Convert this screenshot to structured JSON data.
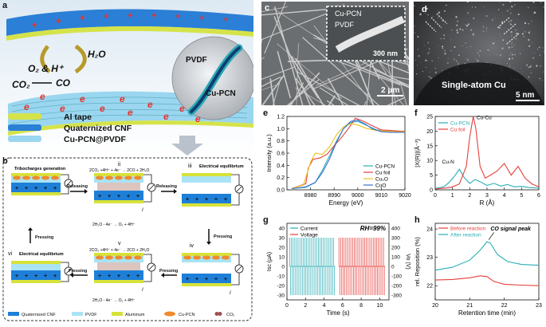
{
  "panel_labels": {
    "a": "a",
    "b": "b",
    "c": "c",
    "d": "d",
    "e": "e",
    "f": "f",
    "g": "g",
    "h": "h"
  },
  "panel_a": {
    "o2_label": "O₂ & H⁺",
    "h2o_label": "H₂O",
    "co2_label": "CO₂",
    "co_label": "CO",
    "zoom_pvdf": "PVDF",
    "zoom_cupcn": "Cu-PCN",
    "legend": [
      "Al tape",
      "Quaternized CNF",
      "Cu-PCN@PVDF"
    ],
    "electron": "e",
    "plus": "+"
  },
  "panel_b": {
    "step_i": "Tribocharges generation",
    "step_ii": "ii",
    "step_iii": "iii",
    "step_iii_title": "Electrical equilibrium",
    "step_iv": "iv",
    "step_v": "v",
    "step_vi": "vi",
    "step_vi_title": "Electrical equilibrium",
    "rxn_ii_top": "2CO₂ +4H⁺ + 4e⁻ → 2CO + 2H₂O",
    "rxn_ii_bot": "2H₂O - 4e⁻ → O₂ + 4H⁺",
    "rxn_v_top": "2CO₂ +4H⁺ + 4e⁻ → 2CO + 2H₂O",
    "rxn_v_bot": "2H₂O - 4e⁻ → O₂ + 4H⁺",
    "releasing": "Releasing",
    "pressing": "Pressing",
    "current": "I",
    "legend": [
      "Quaternized CNF",
      "PVDF",
      "Aluminum",
      "Cu-PCN",
      "CO₂"
    ],
    "colors": {
      "cnf": "#1e7fd8",
      "pvdf": "#a9e3f5",
      "al": "#d7e23a",
      "cupcn": "#f08a2c"
    }
  },
  "panel_c": {
    "inset_label1": "Cu-PCN",
    "inset_label2": "PVDF",
    "inset_scale": "300 nm",
    "scale": "2 μm"
  },
  "panel_d": {
    "label": "Single-atom Cu",
    "scale": "5 nm"
  },
  "chart_data": [
    {
      "panel": "e",
      "type": "line",
      "xlabel": "Energy (eV)",
      "ylabel": "Intensity (a.u.)",
      "xlim": [
        8970,
        9020
      ],
      "ylim": [
        0.0,
        1.2
      ],
      "xticks": [
        8980,
        8990,
        9000,
        9010,
        9020
      ],
      "yticks": [
        0.0,
        0.2,
        0.4,
        0.6,
        0.8,
        1.0,
        1.2
      ],
      "legend_position": "bottom-right",
      "series": [
        {
          "name": "Cu-PCN",
          "color": "#2aaeb5",
          "x": [
            8972,
            8978,
            8982,
            8985,
            8988,
            8991,
            8994,
            8997,
            9000,
            9004,
            9008,
            9012,
            9016,
            9020
          ],
          "values": [
            0.02,
            0.04,
            0.12,
            0.32,
            0.55,
            0.8,
            1.0,
            1.1,
            1.12,
            1.05,
            0.98,
            0.96,
            0.95,
            0.95
          ]
        },
        {
          "name": "Cu foil",
          "color": "#e5403a",
          "x": [
            8972,
            8978,
            8979,
            8981,
            8984,
            8987,
            8990,
            8993,
            8996,
            8999,
            9002,
            9006,
            9010,
            9014,
            9018,
            9020
          ],
          "values": [
            0.02,
            0.1,
            0.35,
            0.5,
            0.52,
            0.58,
            0.72,
            0.85,
            1.0,
            1.17,
            1.13,
            1.05,
            0.98,
            0.97,
            0.96,
            0.96
          ]
        },
        {
          "name": "Cu₂O",
          "color": "#e8c31e",
          "x": [
            8972,
            8977,
            8980,
            8982,
            8985,
            8988,
            8991,
            8994,
            8997,
            9000,
            9004,
            9008,
            9012,
            9016,
            9020
          ],
          "values": [
            0.02,
            0.08,
            0.45,
            0.6,
            0.58,
            0.7,
            0.9,
            1.03,
            1.08,
            1.06,
            1.0,
            0.97,
            0.96,
            0.95,
            0.95
          ]
        },
        {
          "name": "CuO",
          "color": "#3e6ecf",
          "x": [
            8972,
            8978,
            8982,
            8985,
            8988,
            8991,
            8994,
            8997,
            9000,
            9003,
            9006,
            9010,
            9014,
            9018,
            9020
          ],
          "values": [
            0.02,
            0.05,
            0.12,
            0.28,
            0.5,
            0.78,
            1.0,
            1.12,
            1.14,
            1.08,
            1.0,
            0.95,
            0.94,
            0.94,
            0.94
          ]
        }
      ]
    },
    {
      "panel": "f",
      "type": "line",
      "xlabel": "R (Å)",
      "ylabel": "|X(R)|(Å⁻³)",
      "xlim": [
        0,
        6
      ],
      "ylim": [
        0,
        25
      ],
      "xticks": [
        0,
        1,
        2,
        3,
        4,
        5,
        6
      ],
      "yticks": [
        0,
        5,
        10,
        15,
        20,
        25
      ],
      "legend_position": "top-left",
      "annotations": [
        "Cu-Cu",
        "Cu-N"
      ],
      "series": [
        {
          "name": "Cu-PCN",
          "color": "#2aaeb5",
          "x": [
            0,
            0.5,
            0.8,
            1.1,
            1.4,
            1.7,
            2.0,
            2.3,
            2.6,
            3.0,
            3.4,
            3.8,
            4.2,
            4.6,
            5.0,
            5.4,
            6.0
          ],
          "values": [
            0.5,
            1.0,
            2.5,
            4.5,
            7.0,
            4.0,
            2.2,
            3.5,
            2.8,
            1.5,
            2.2,
            1.3,
            1.8,
            1.0,
            1.2,
            0.8,
            0.6
          ]
        },
        {
          "name": "Cu foil",
          "color": "#e5403a",
          "x": [
            0,
            0.6,
            1.0,
            1.4,
            1.8,
            2.0,
            2.2,
            2.35,
            2.6,
            2.9,
            3.2,
            3.6,
            4.0,
            4.4,
            4.8,
            5.2,
            5.6,
            6.0
          ],
          "values": [
            0.3,
            0.6,
            1.0,
            2.0,
            8.0,
            18.0,
            25.0,
            21.0,
            8.0,
            4.0,
            5.0,
            6.5,
            9.0,
            5.0,
            8.0,
            4.0,
            2.0,
            1.0
          ]
        }
      ]
    },
    {
      "panel": "g",
      "type": "line",
      "annotation": "RH=99%",
      "xlabel": "Time (s)",
      "ylabel_left": "Isc (μA)",
      "ylabel_right": "Vo (V)",
      "xlim": [
        0,
        11
      ],
      "ylim_left": [
        -35,
        45
      ],
      "ylim_right": [
        -350,
        450
      ],
      "xticks": [
        0,
        2,
        4,
        6,
        8,
        10
      ],
      "yticks_left": [
        -30,
        -20,
        -10,
        0,
        10,
        20,
        30,
        40
      ],
      "yticks_right": [
        -300,
        -200,
        -100,
        0,
        100,
        200,
        300,
        400
      ],
      "legend_position": "top-left",
      "series": [
        {
          "name": "Current",
          "color": "#2aaeb5",
          "x_range": [
            0.3,
            5.2
          ],
          "amplitude": 30,
          "pulses": 27
        },
        {
          "name": "Voltage",
          "color": "#e5403a",
          "x_range": [
            5.6,
            10.6
          ],
          "amplitude": 300,
          "pulses": 27
        }
      ]
    },
    {
      "panel": "h",
      "type": "line",
      "annotation": "CO signal peak",
      "xlabel": "Retention time (min)",
      "ylabel": "rel. Reposition (%)",
      "xlim": [
        20,
        23
      ],
      "ylim": [
        21.5,
        24.2
      ],
      "xticks": [
        20,
        21,
        22,
        23
      ],
      "yticks": [
        22,
        23,
        24
      ],
      "legend_position": "top-left",
      "series": [
        {
          "name": "Before reaction",
          "color": "#e5403a",
          "x": [
            20,
            20.5,
            21.0,
            21.3,
            21.5,
            21.7,
            22.0,
            22.5,
            23.0
          ],
          "values": [
            22.2,
            22.22,
            22.28,
            22.35,
            22.32,
            22.15,
            22.05,
            22.02,
            22.0
          ]
        },
        {
          "name": "After reaction",
          "color": "#2aaeb5",
          "x": [
            20,
            20.5,
            21.0,
            21.3,
            21.5,
            21.6,
            21.8,
            22.1,
            22.5,
            23.0
          ],
          "values": [
            22.55,
            22.65,
            22.9,
            23.25,
            23.55,
            23.5,
            23.1,
            22.85,
            22.75,
            22.72
          ]
        }
      ]
    }
  ]
}
